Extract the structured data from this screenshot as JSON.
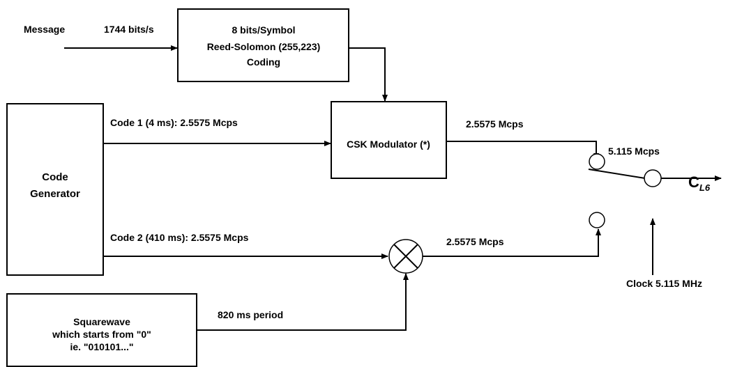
{
  "input": {
    "message_label": "Message",
    "rate_label": "1744 bits/s"
  },
  "rs_coder": {
    "line1": "8 bits/Symbol",
    "line2": "Reed-Solomon (255,223)",
    "line3": "Coding"
  },
  "code_generator": {
    "line1": "Code",
    "line2": "Generator"
  },
  "csk_modulator": {
    "label": "CSK Modulator (*)"
  },
  "squarewave": {
    "line1": "Squarewave",
    "line2": "which starts  from \"0\"",
    "line3": "ie. \"010101...\""
  },
  "labels": {
    "code1": "Code 1 (4 ms): 2.5575  Mcps",
    "code2": "Code 2 (410  ms): 2.5575  Mcps",
    "csk_out_rate": "2.5575 Mcps",
    "mixer_out_rate": "2.5575 Mcps",
    "square_period": "820 ms period",
    "switch_out_rate": "5.115 Mcps",
    "clock": "Clock 5.115 MHz"
  },
  "output": {
    "main": "C",
    "subscript": "L6"
  }
}
